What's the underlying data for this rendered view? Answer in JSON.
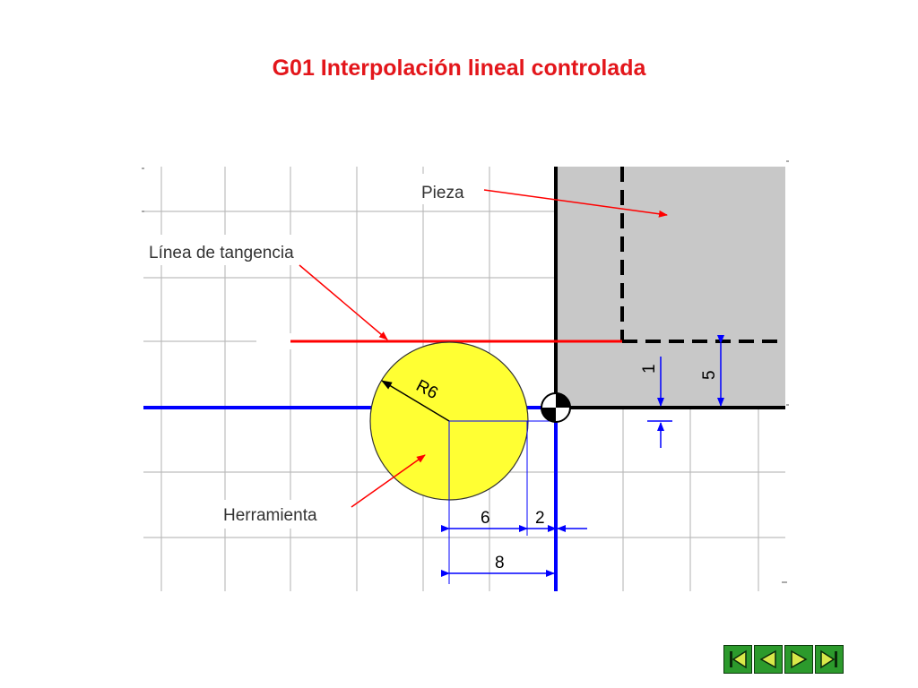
{
  "title": "G01 Interpolación lineal controlada",
  "labels": {
    "pieza": "Pieza",
    "linea_tangencia": "Línea de tangencia",
    "herramienta": "Herramienta",
    "radius": "R6"
  },
  "dimensions": {
    "d6": "6",
    "d2": "2",
    "d8": "8",
    "d1": "1",
    "d5": "5"
  },
  "colors": {
    "title": "#e3161b",
    "tool": "#ffff33",
    "workpiece": "#c8c8c8",
    "tangent_line": "#ff0000",
    "path": "#0000ff",
    "dimension": "#0000ff",
    "nav_button": "#2c9a2c"
  },
  "nav": {
    "first_icon": "first-icon",
    "prev_icon": "prev-icon",
    "next_icon": "next-icon",
    "last_icon": "last-icon"
  }
}
